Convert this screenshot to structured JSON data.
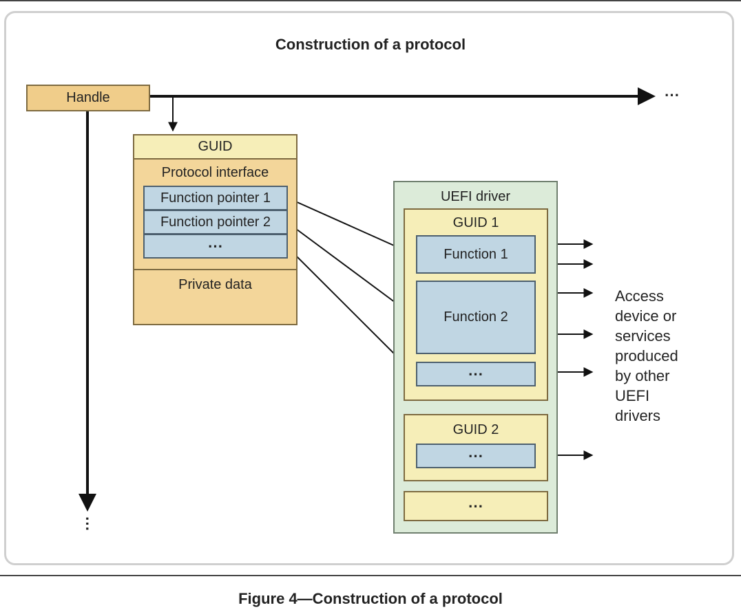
{
  "diagram": {
    "title": "Construction of a protocol",
    "handle": {
      "label": "Handle"
    },
    "continuation": "⋯",
    "protocol": {
      "guid_label": "GUID",
      "interface_label": "Protocol interface",
      "function_pointers": [
        "Function pointer 1",
        "Function pointer 2",
        "⋯"
      ],
      "private_data_label": "Private data"
    },
    "uefi_driver": {
      "label": "UEFI driver",
      "guid1": {
        "label": "GUID 1",
        "functions": [
          "Function 1",
          "Function 2",
          "⋯"
        ]
      },
      "guid2": {
        "label": "GUID 2",
        "functions": [
          "⋯"
        ]
      },
      "more": "⋯"
    },
    "access_note": [
      "Access",
      "device or",
      "services",
      "produced",
      "by other",
      "UEFI",
      "drivers"
    ]
  },
  "caption": "Figure 4—Construction of a protocol",
  "colors": {
    "tan": "#f0cd8a",
    "cream": "#f6eeb8",
    "blue": "#c0d6e3",
    "green": "#dcebd9",
    "line": "#111111"
  }
}
